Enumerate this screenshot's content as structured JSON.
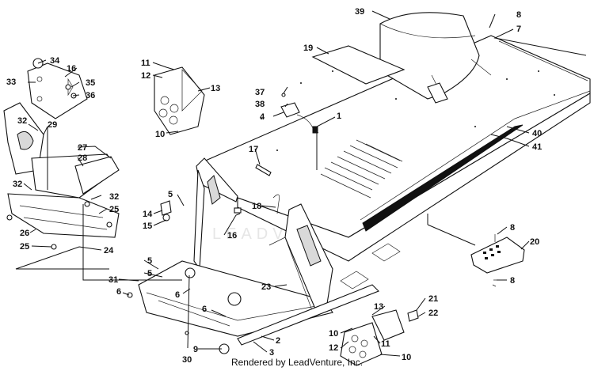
{
  "diagram": {
    "callouts": [
      {
        "id": "c1",
        "label": "1"
      },
      {
        "id": "c2",
        "label": "2"
      },
      {
        "id": "c3",
        "label": "3"
      },
      {
        "id": "c4",
        "label": "4"
      },
      {
        "id": "c5a",
        "label": "5"
      },
      {
        "id": "c5b",
        "label": "5"
      },
      {
        "id": "c5c",
        "label": "5"
      },
      {
        "id": "c6a",
        "label": "6"
      },
      {
        "id": "c6b",
        "label": "6"
      },
      {
        "id": "c6c",
        "label": "6"
      },
      {
        "id": "c7",
        "label": "7"
      },
      {
        "id": "c8a",
        "label": "8"
      },
      {
        "id": "c8b",
        "label": "8"
      },
      {
        "id": "c8c",
        "label": "8"
      },
      {
        "id": "c9",
        "label": "9"
      },
      {
        "id": "c10a",
        "label": "10"
      },
      {
        "id": "c10b",
        "label": "10"
      },
      {
        "id": "c10c",
        "label": "10"
      },
      {
        "id": "c11a",
        "label": "11"
      },
      {
        "id": "c11b",
        "label": "11"
      },
      {
        "id": "c12a",
        "label": "12"
      },
      {
        "id": "c12b",
        "label": "12"
      },
      {
        "id": "c13a",
        "label": "13"
      },
      {
        "id": "c13b",
        "label": "13"
      },
      {
        "id": "c14",
        "label": "14"
      },
      {
        "id": "c15",
        "label": "15"
      },
      {
        "id": "c16a",
        "label": "16"
      },
      {
        "id": "c16b",
        "label": "16"
      },
      {
        "id": "c17",
        "label": "17"
      },
      {
        "id": "c18",
        "label": "18"
      },
      {
        "id": "c19",
        "label": "19"
      },
      {
        "id": "c20",
        "label": "20"
      },
      {
        "id": "c21",
        "label": "21"
      },
      {
        "id": "c22",
        "label": "22"
      },
      {
        "id": "c23",
        "label": "23"
      },
      {
        "id": "c24",
        "label": "24"
      },
      {
        "id": "c25a",
        "label": "25"
      },
      {
        "id": "c25b",
        "label": "25"
      },
      {
        "id": "c26",
        "label": "26"
      },
      {
        "id": "c27",
        "label": "27"
      },
      {
        "id": "c28",
        "label": "28"
      },
      {
        "id": "c29",
        "label": "29"
      },
      {
        "id": "c30",
        "label": "30"
      },
      {
        "id": "c31",
        "label": "31"
      },
      {
        "id": "c32a",
        "label": "32"
      },
      {
        "id": "c32b",
        "label": "32"
      },
      {
        "id": "c32c",
        "label": "32"
      },
      {
        "id": "c33",
        "label": "33"
      },
      {
        "id": "c34",
        "label": "34"
      },
      {
        "id": "c35",
        "label": "35"
      },
      {
        "id": "c36",
        "label": "36"
      },
      {
        "id": "c37",
        "label": "37"
      },
      {
        "id": "c38",
        "label": "38"
      },
      {
        "id": "c39",
        "label": "39"
      },
      {
        "id": "c40",
        "label": "40"
      },
      {
        "id": "c41",
        "label": "41"
      }
    ],
    "credit": "Rendered by LeadVenture, Inc.",
    "watermark": "LEADVENTURE"
  }
}
